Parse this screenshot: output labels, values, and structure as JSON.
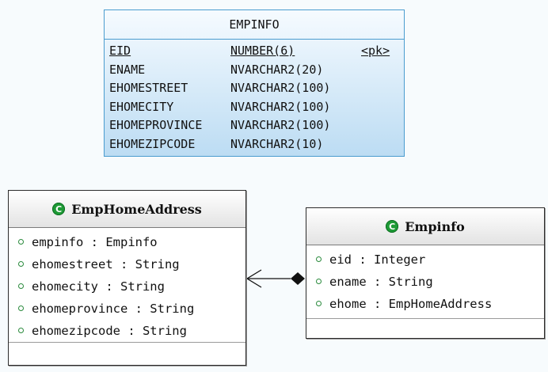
{
  "table": {
    "title": "EMPINFO",
    "columns": [
      {
        "name": "EID",
        "type": "NUMBER(6)",
        "key": "<pk>"
      },
      {
        "name": "ENAME",
        "type": "NVARCHAR2(20)",
        "key": ""
      },
      {
        "name": "EHOMESTREET",
        "type": "NVARCHAR2(100)",
        "key": ""
      },
      {
        "name": "EHOMECITY",
        "type": "NVARCHAR2(100)",
        "key": ""
      },
      {
        "name": "EHOMEPROVINCE",
        "type": "NVARCHAR2(100)",
        "key": ""
      },
      {
        "name": "EHOMEZIPCODE",
        "type": "NVARCHAR2(10)",
        "key": ""
      }
    ]
  },
  "classes": {
    "home_address": {
      "badge": "C",
      "name": "EmpHomeAddress",
      "attributes": [
        "empinfo : Empinfo",
        "ehomestreet : String",
        "ehomecity : String",
        "ehomeprovince : String",
        "ehomezipcode : String"
      ]
    },
    "empinfo": {
      "badge": "C",
      "name": "Empinfo",
      "attributes": [
        "eid : Integer",
        "ename : String",
        "ehome : EmpHomeAddress"
      ]
    }
  },
  "colors": {
    "table_border": "#4a9ccf",
    "table_fill_top": "#f6fbff",
    "table_fill_bottom": "#bcdcf3",
    "class_badge": "#1e9a36",
    "attribute_dot": "#2a8a3c"
  },
  "icons": {
    "class_badge": "class-badge-icon",
    "attribute": "attribute-dot-icon",
    "composition": "filled-diamond-icon",
    "navigability": "open-arrowhead-icon"
  }
}
